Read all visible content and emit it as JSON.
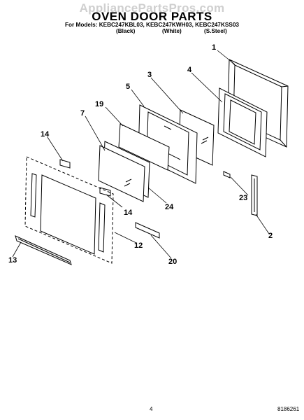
{
  "watermark": "AppliancePartsPros.com",
  "title": "OVEN DOOR PARTS",
  "models_line": "For Models: KEBC247KBL03, KEBC247KWH03, KEBC247KSS03",
  "variants": [
    "(Black)",
    "(White)",
    "(S.Steel)"
  ],
  "callouts": [
    "1",
    "2",
    "3",
    "4",
    "5",
    "7",
    "12",
    "13",
    "14",
    "14",
    "19",
    "20",
    "23",
    "24"
  ],
  "page_number": "4",
  "document_number": "8186261"
}
